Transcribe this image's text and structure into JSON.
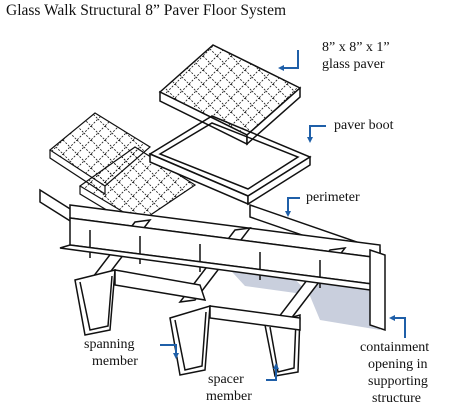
{
  "title": "Glass Walk Structural 8” Paver Floor System",
  "labels": {
    "glass_paver_1": "8” x 8” x 1”",
    "glass_paver_2": "glass paver",
    "paver_boot": "paver boot",
    "perimeter": "perimeter",
    "spanning_1": "spanning",
    "spanning_2": "member",
    "spacer_1": "spacer",
    "spacer_2": "member",
    "containment_1": "containment",
    "containment_2": "opening in",
    "containment_3": "supporting",
    "containment_4": "structure"
  },
  "colors": {
    "line": "#111111",
    "arrow": "#1f5fa8",
    "opening_fill": "#c9cfdd"
  }
}
